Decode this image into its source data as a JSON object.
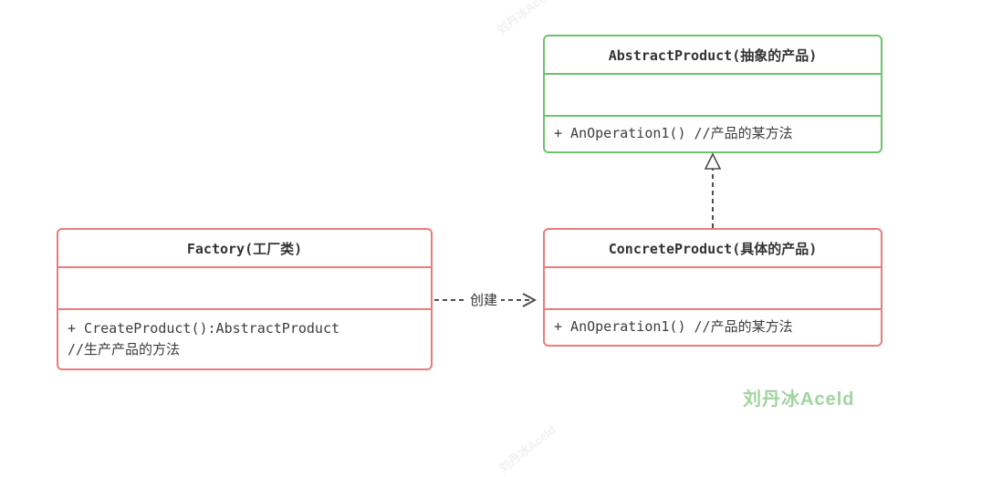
{
  "diagram": {
    "classes": [
      {
        "name": "AbstractProduct",
        "title": "AbstractProduct(抽象的产品)",
        "attributes": "",
        "methods": [
          "+ AnOperation1() //产品的某方法"
        ],
        "border_color": "#6cc46c"
      },
      {
        "name": "ConcreteProduct",
        "title": "ConcreteProduct(具体的产品)",
        "attributes": "",
        "methods": [
          "+ AnOperation1() //产品的某方法"
        ],
        "border_color": "#ec7b7b"
      },
      {
        "name": "Factory",
        "title": "Factory(工厂类)",
        "attributes": "",
        "methods": [
          "+ CreateProduct():AbstractProduct",
          "//生产产品的方法"
        ],
        "border_color": "#ec7b7b"
      }
    ],
    "relations": [
      {
        "type": "realization",
        "from": "ConcreteProduct",
        "to": "AbstractProduct",
        "style": "dashed",
        "label": ""
      },
      {
        "type": "dependency",
        "from": "Factory",
        "to": "ConcreteProduct",
        "style": "dashed",
        "label": "创建"
      }
    ],
    "watermark": {
      "text": "刘丹冰Aceld",
      "color": "#9fd49f"
    },
    "colors": {
      "line": "#4d4d4d",
      "green": "#6cc46c",
      "red": "#ec7b7b",
      "text": "#3a3a3a"
    }
  }
}
